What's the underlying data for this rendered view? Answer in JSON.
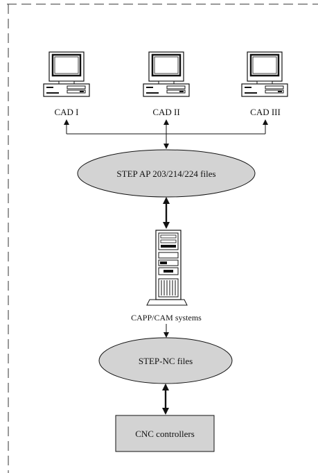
{
  "computers": [
    {
      "label": "CAD I"
    },
    {
      "label": "CAD II"
    },
    {
      "label": "CAD III"
    }
  ],
  "step_files": {
    "label": "STEP AP 203/214/224 files"
  },
  "server": {
    "label": "CAPP/CAM systems"
  },
  "nc_files": {
    "label": "STEP-NC files"
  },
  "controllers": {
    "label": "CNC controllers"
  },
  "colors": {
    "ellipse_fill": "#d3d3d3",
    "box_fill": "#d3d3d3",
    "line": "#111111",
    "frame": "#333333"
  }
}
